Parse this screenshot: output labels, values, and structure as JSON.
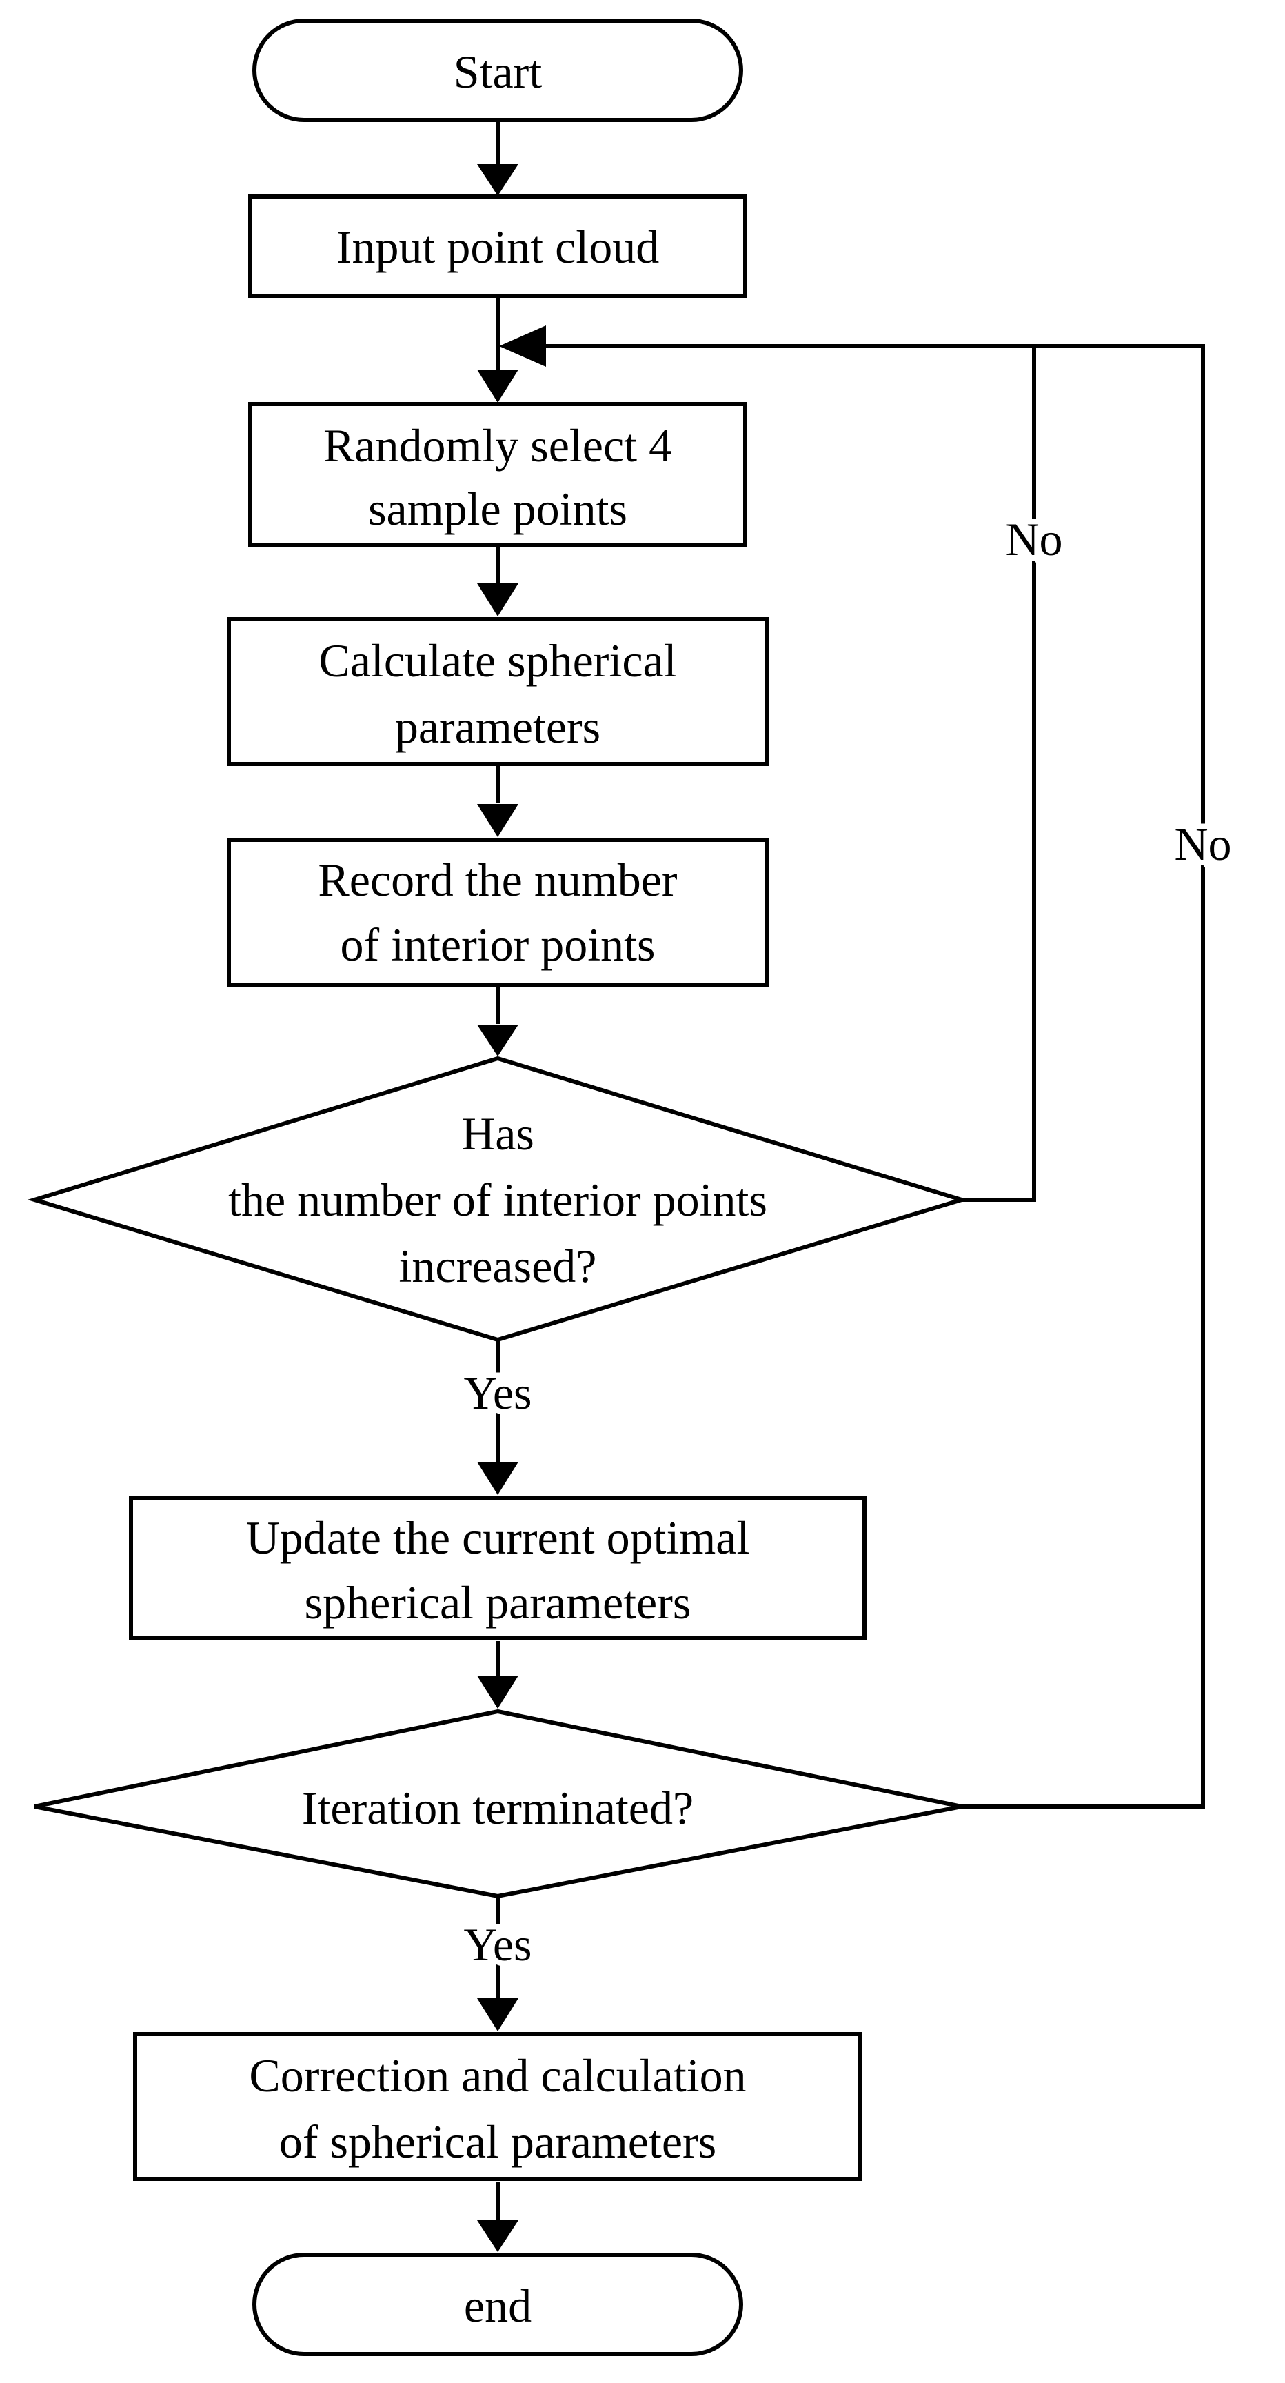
{
  "nodes": {
    "start": "Start",
    "input": "Input point cloud",
    "select": [
      "Randomly select 4",
      "sample points"
    ],
    "calc": [
      "Calculate spherical",
      "parameters"
    ],
    "record": [
      "Record the number",
      "of interior points"
    ],
    "decision_increase": [
      "Has",
      "the number of interior points",
      "increased?"
    ],
    "update": [
      "Update the current optimal",
      "spherical parameters"
    ],
    "decision_terminate": "Iteration terminated?",
    "correction": [
      "Correction and calculation",
      "of spherical parameters"
    ],
    "end": "end"
  },
  "edges": {
    "increase_no": "No",
    "terminate_no": "No",
    "increase_yes": "Yes",
    "terminate_yes": "Yes"
  },
  "colors": {
    "stroke": "#000000",
    "fill": "#ffffff"
  }
}
